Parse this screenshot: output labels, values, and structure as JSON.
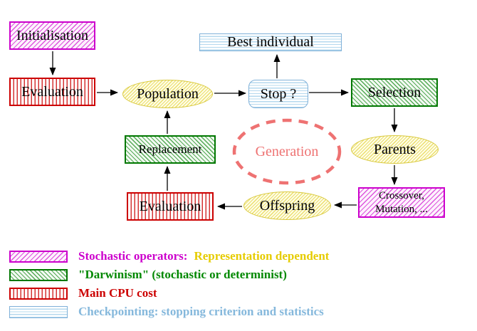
{
  "nodes": {
    "initialisation": {
      "label": "Initialisation"
    },
    "evaluation_top": {
      "label": "Evaluation"
    },
    "population": {
      "label": "Population"
    },
    "best_individual": {
      "label": "Best individual"
    },
    "stop": {
      "label": "Stop ?"
    },
    "selection": {
      "label": "Selection"
    },
    "parents": {
      "label": "Parents"
    },
    "generation": {
      "label": "Generation"
    },
    "crossover": {
      "line1": "Crossover,",
      "line2": "Mutation, ..."
    },
    "offspring": {
      "label": "Offspring"
    },
    "evaluation_bottom": {
      "label": "Evaluation"
    },
    "replacement": {
      "label": "Replacement"
    }
  },
  "legend": {
    "stochastic": {
      "label": "Stochastic operators:",
      "label2": "Representation dependent"
    },
    "darwinism": {
      "label": "\"Darwinism\" (stochastic or determinist)"
    },
    "cpu": {
      "label": "Main CPU cost"
    },
    "checkpointing": {
      "label": "Checkpointing: stopping criterion and statistics"
    }
  },
  "colors": {
    "magenta": "#cc00cc",
    "magenta_line": "#dd55dd",
    "green": "#007700",
    "green_line": "#55aa55",
    "green_text": "#008800",
    "red": "#cc0000",
    "red_line": "#d43333",
    "cyan": "#7fb0d8",
    "cyan_line": "#b5d8ee",
    "cyan_text": "#85b8dc",
    "yellow_border": "#d9c93f",
    "yellow_line": "#ebdf6e",
    "yellow_bg": "#fffde8",
    "gold_text": "#e6cc00",
    "salmon": "#ee7272",
    "arrow": "#000000"
  }
}
